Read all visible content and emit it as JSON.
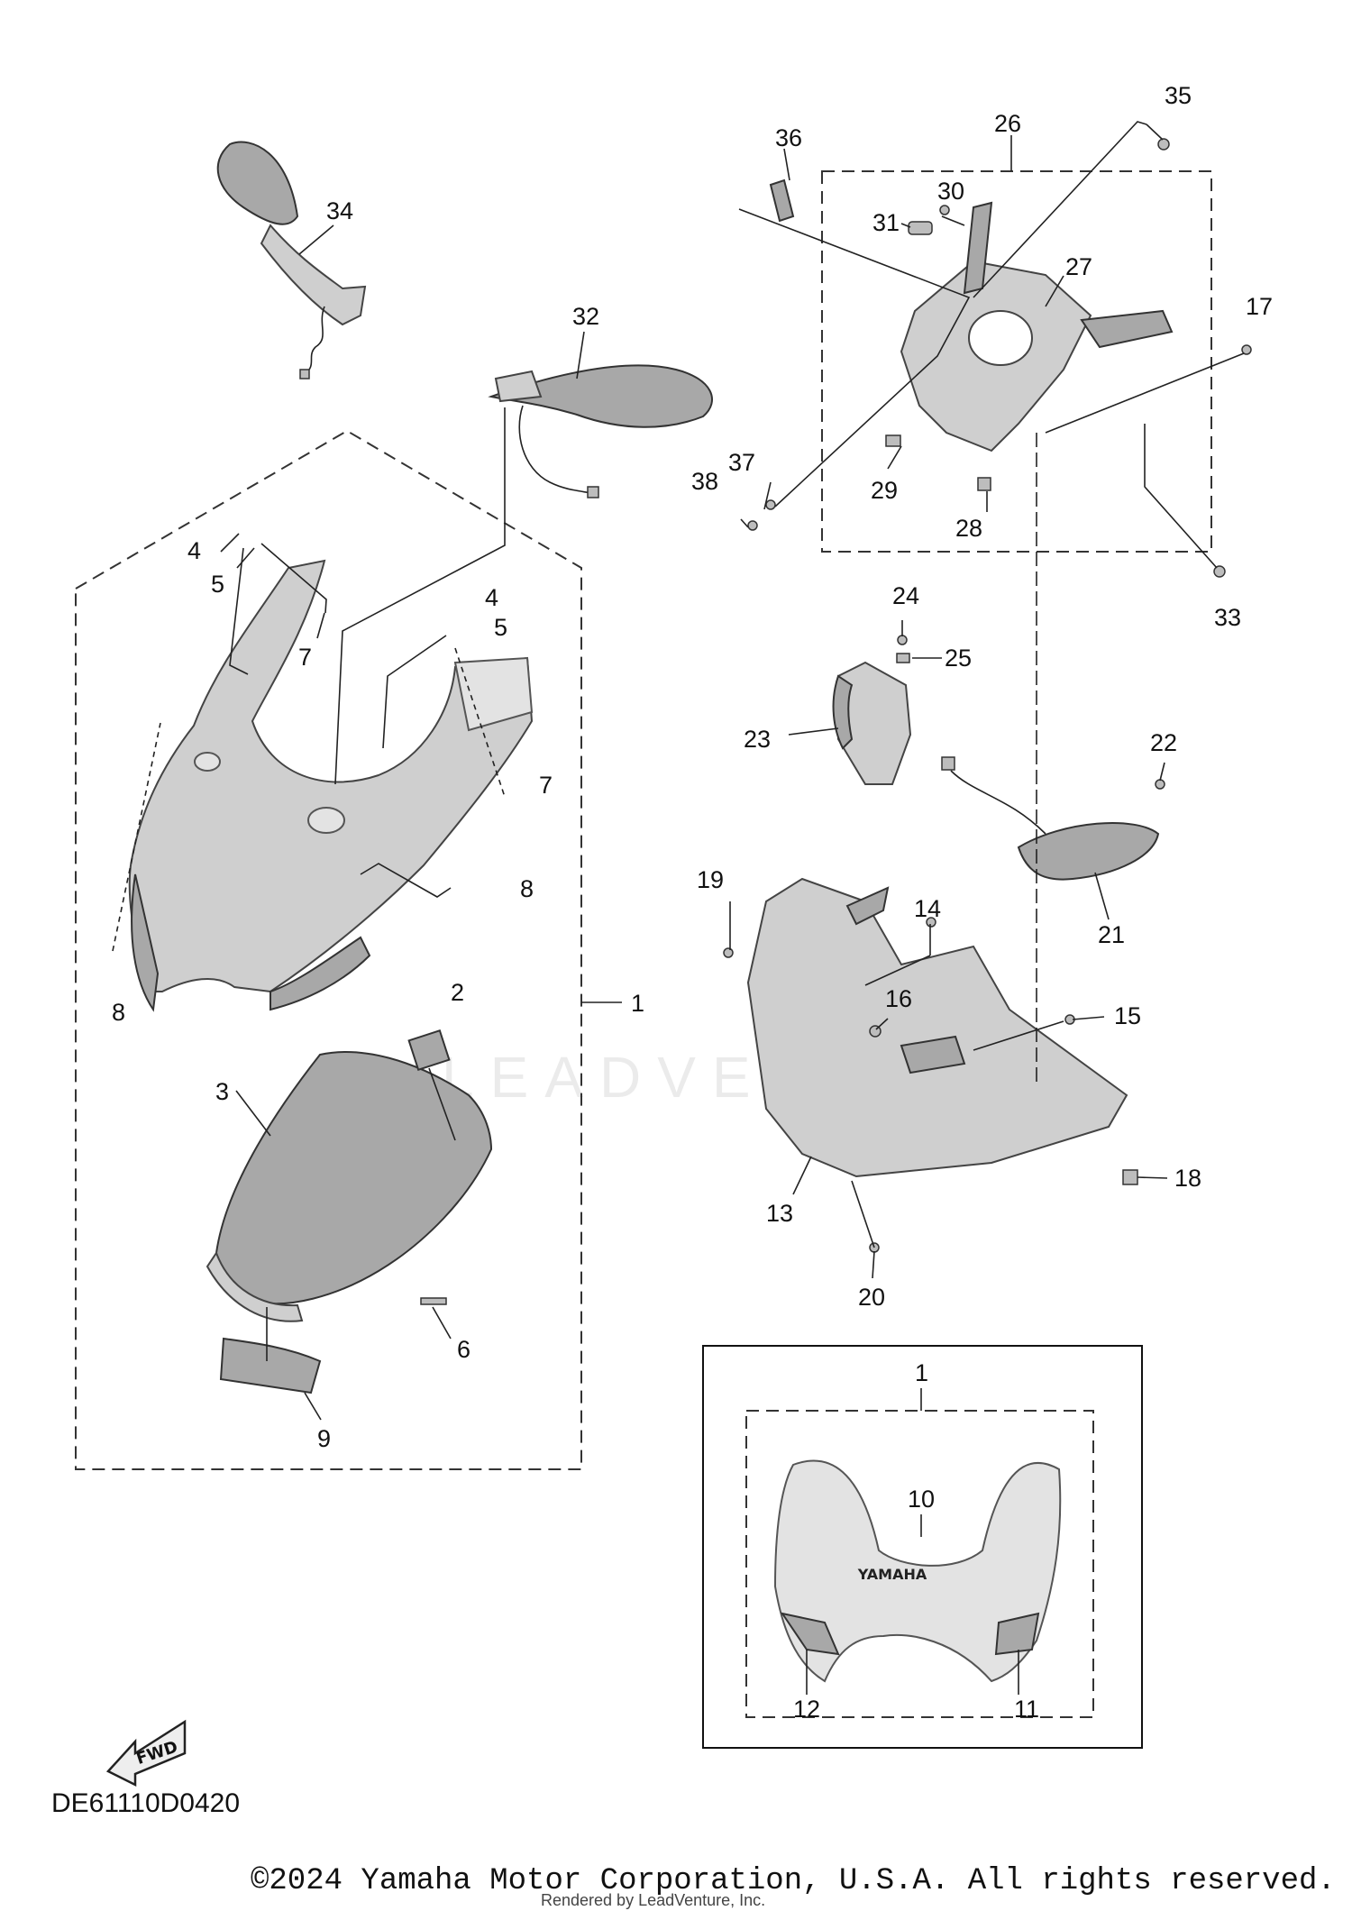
{
  "diagram": {
    "code": "DE61110D0420",
    "copyright": "©2024 Yamaha Motor Corporation, U.S.A. All rights reserved.",
    "rendered_by": "Rendered by LeadVenture, Inc.",
    "watermark": "LEADVENTURE",
    "fwd_label": "FWD",
    "brand_on_cowl": "YAMAHA",
    "callouts": {
      "c1_main": "1",
      "c1_inset": "1",
      "c2": "2",
      "c3": "3",
      "c4a": "4",
      "c4b": "4",
      "c5a": "5",
      "c5b": "5",
      "c6": "6",
      "c7a": "7",
      "c7b": "7",
      "c8a": "8",
      "c8b": "8",
      "c9": "9",
      "c10": "10",
      "c11": "11",
      "c12": "12",
      "c13": "13",
      "c14": "14",
      "c15": "15",
      "c16": "16",
      "c17": "17",
      "c18": "18",
      "c19": "19",
      "c20": "20",
      "c21": "21",
      "c22": "22",
      "c23": "23",
      "c24": "24",
      "c25": "25",
      "c26": "26",
      "c27": "27",
      "c28": "28",
      "c29": "29",
      "c30": "30",
      "c31": "31",
      "c32": "32",
      "c33": "33",
      "c34": "34",
      "c35": "35",
      "c36": "36",
      "c37": "37",
      "c38": "38"
    }
  }
}
